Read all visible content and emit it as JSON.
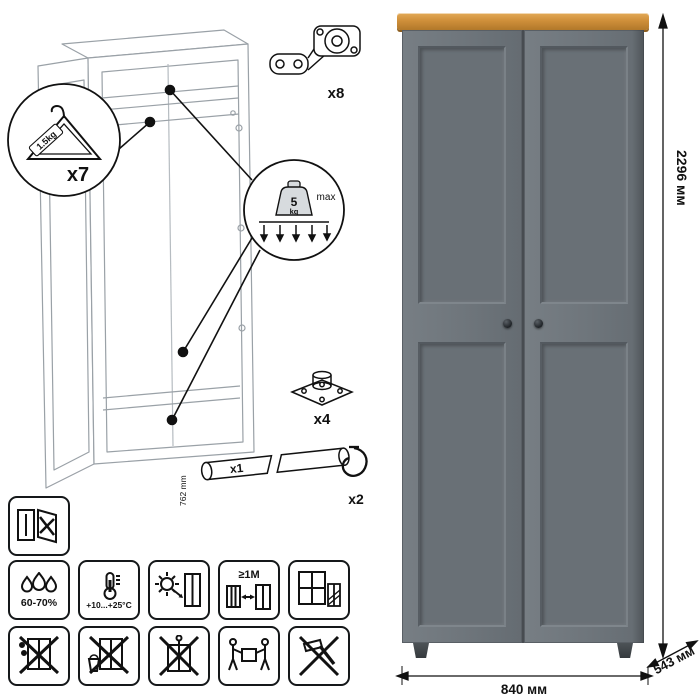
{
  "drawing": {
    "hanger": {
      "count": "x7",
      "load": "1.5kg"
    },
    "shelf_load": {
      "value": "5",
      "unit": "kg",
      "note": "max"
    },
    "hinges": {
      "count": "x8"
    },
    "feet": {
      "count": "x4"
    },
    "rod": {
      "count": "x1",
      "length": "762 mm"
    },
    "hooks": {
      "count": "x2"
    }
  },
  "care": {
    "humidity": "60-70%",
    "temperature": "+10...+25°C",
    "min_distance": "≥1M"
  },
  "dimensions": {
    "height": "2296 мм",
    "width": "840 мм",
    "depth": "543 мм"
  },
  "colors": {
    "wood_top": "#cf8f3a",
    "body_gray": "#6e757b",
    "panel_gray": "#697076",
    "line_gray": "#9aa1a7",
    "ink": "#111111"
  }
}
